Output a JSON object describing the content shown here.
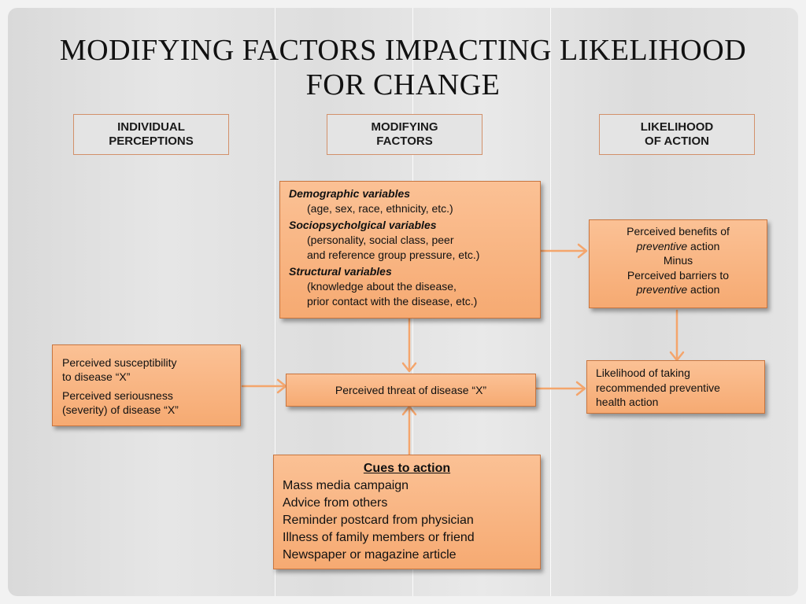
{
  "title": {
    "line1": "MODIFYING FACTORS IMPACTING LIKELIHOOD",
    "line2": "FOR CHANGE"
  },
  "headers": {
    "individual": {
      "line1": "INDIVIDUAL",
      "line2": "PERCEPTIONS"
    },
    "modifying": {
      "line1": "MODIFYING",
      "line2": "FACTORS"
    },
    "likelihood": {
      "line1": "LIKELIHOOD",
      "line2": "OF ACTION"
    }
  },
  "modifying_box": {
    "demographic_heading": "Demographic  variables",
    "demographic_detail": "(age, sex, race, ethnicity, etc.)",
    "socio_heading": "Sociopsycholgical  variables",
    "socio_detail_1": "(personality, social class, peer",
    "socio_detail_2": "and reference group pressure, etc.)",
    "structural_heading": "Structural variables",
    "structural_detail_1": "(knowledge about the disease,",
    "structural_detail_2": "prior contact with the disease, etc.)"
  },
  "benefits_box": {
    "line1": "Perceived benefits of",
    "line2_italic": "preventive",
    "line2_rest": " action",
    "line3": "Minus",
    "line4": "Perceived barriers to",
    "line5_italic": "preventive",
    "line5_rest": " action"
  },
  "perceptions_box": {
    "line1": "Perceived susceptibility",
    "line2": "to disease “X”",
    "line3": "Perceived seriousness",
    "line4": "(severity) of disease “X”"
  },
  "threat_box": {
    "label": "Perceived threat of disease “X”"
  },
  "likelihood_box": {
    "line1": "Likelihood of taking",
    "line2": "recommended preventive",
    "line3": "health action"
  },
  "cues_box": {
    "heading": "Cues to action",
    "items": [
      "Mass media campaign",
      "Advice from others",
      "Reminder postcard from physician",
      "Illness of family members or friend",
      "Newspaper or magazine article"
    ]
  },
  "colors": {
    "box_fill": "#f6aa72",
    "box_border": "#c8753f",
    "arrow": "#f4a56c",
    "header_border": "#d2906a"
  }
}
